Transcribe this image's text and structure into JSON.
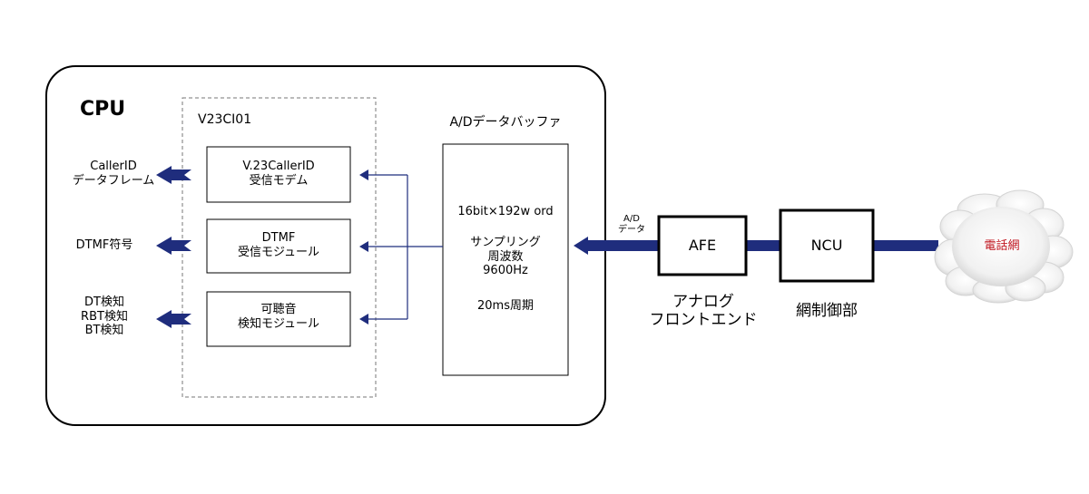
{
  "cpu": {
    "label": "CPU"
  },
  "module": {
    "label": "V23CI01"
  },
  "blocks": {
    "v23callerid": [
      "V.23CallerID",
      "受信モデム"
    ],
    "dtmf": [
      "DTMF",
      "受信モジュール"
    ],
    "audible": [
      "可聴音",
      "検知モジュール"
    ]
  },
  "outputs": {
    "callerid": [
      "CallerID",
      "データフレーム"
    ],
    "dtmf": [
      "DTMF符号"
    ],
    "tones": [
      "DT検知",
      "RBT検知",
      "BT検知"
    ]
  },
  "buffer": {
    "title": "A/Dデータバッファ",
    "spec": [
      "16bit×192w ord"
    ],
    "sampling": [
      "サンプリング",
      "周波数",
      "9600Hz"
    ],
    "period": [
      "20ms周期"
    ]
  },
  "link": {
    "ad_data": [
      "A/D",
      "データ"
    ]
  },
  "afe": {
    "label": "AFE",
    "caption": [
      "アナログ",
      "フロントエンド"
    ]
  },
  "ncu": {
    "label": "NCU",
    "caption": [
      "網制御部"
    ]
  },
  "network": {
    "label": "電話網"
  },
  "colors": {
    "arrow": "#1f2d7d",
    "line": "#1f2d7d",
    "cloud_text": "#c0141e"
  }
}
